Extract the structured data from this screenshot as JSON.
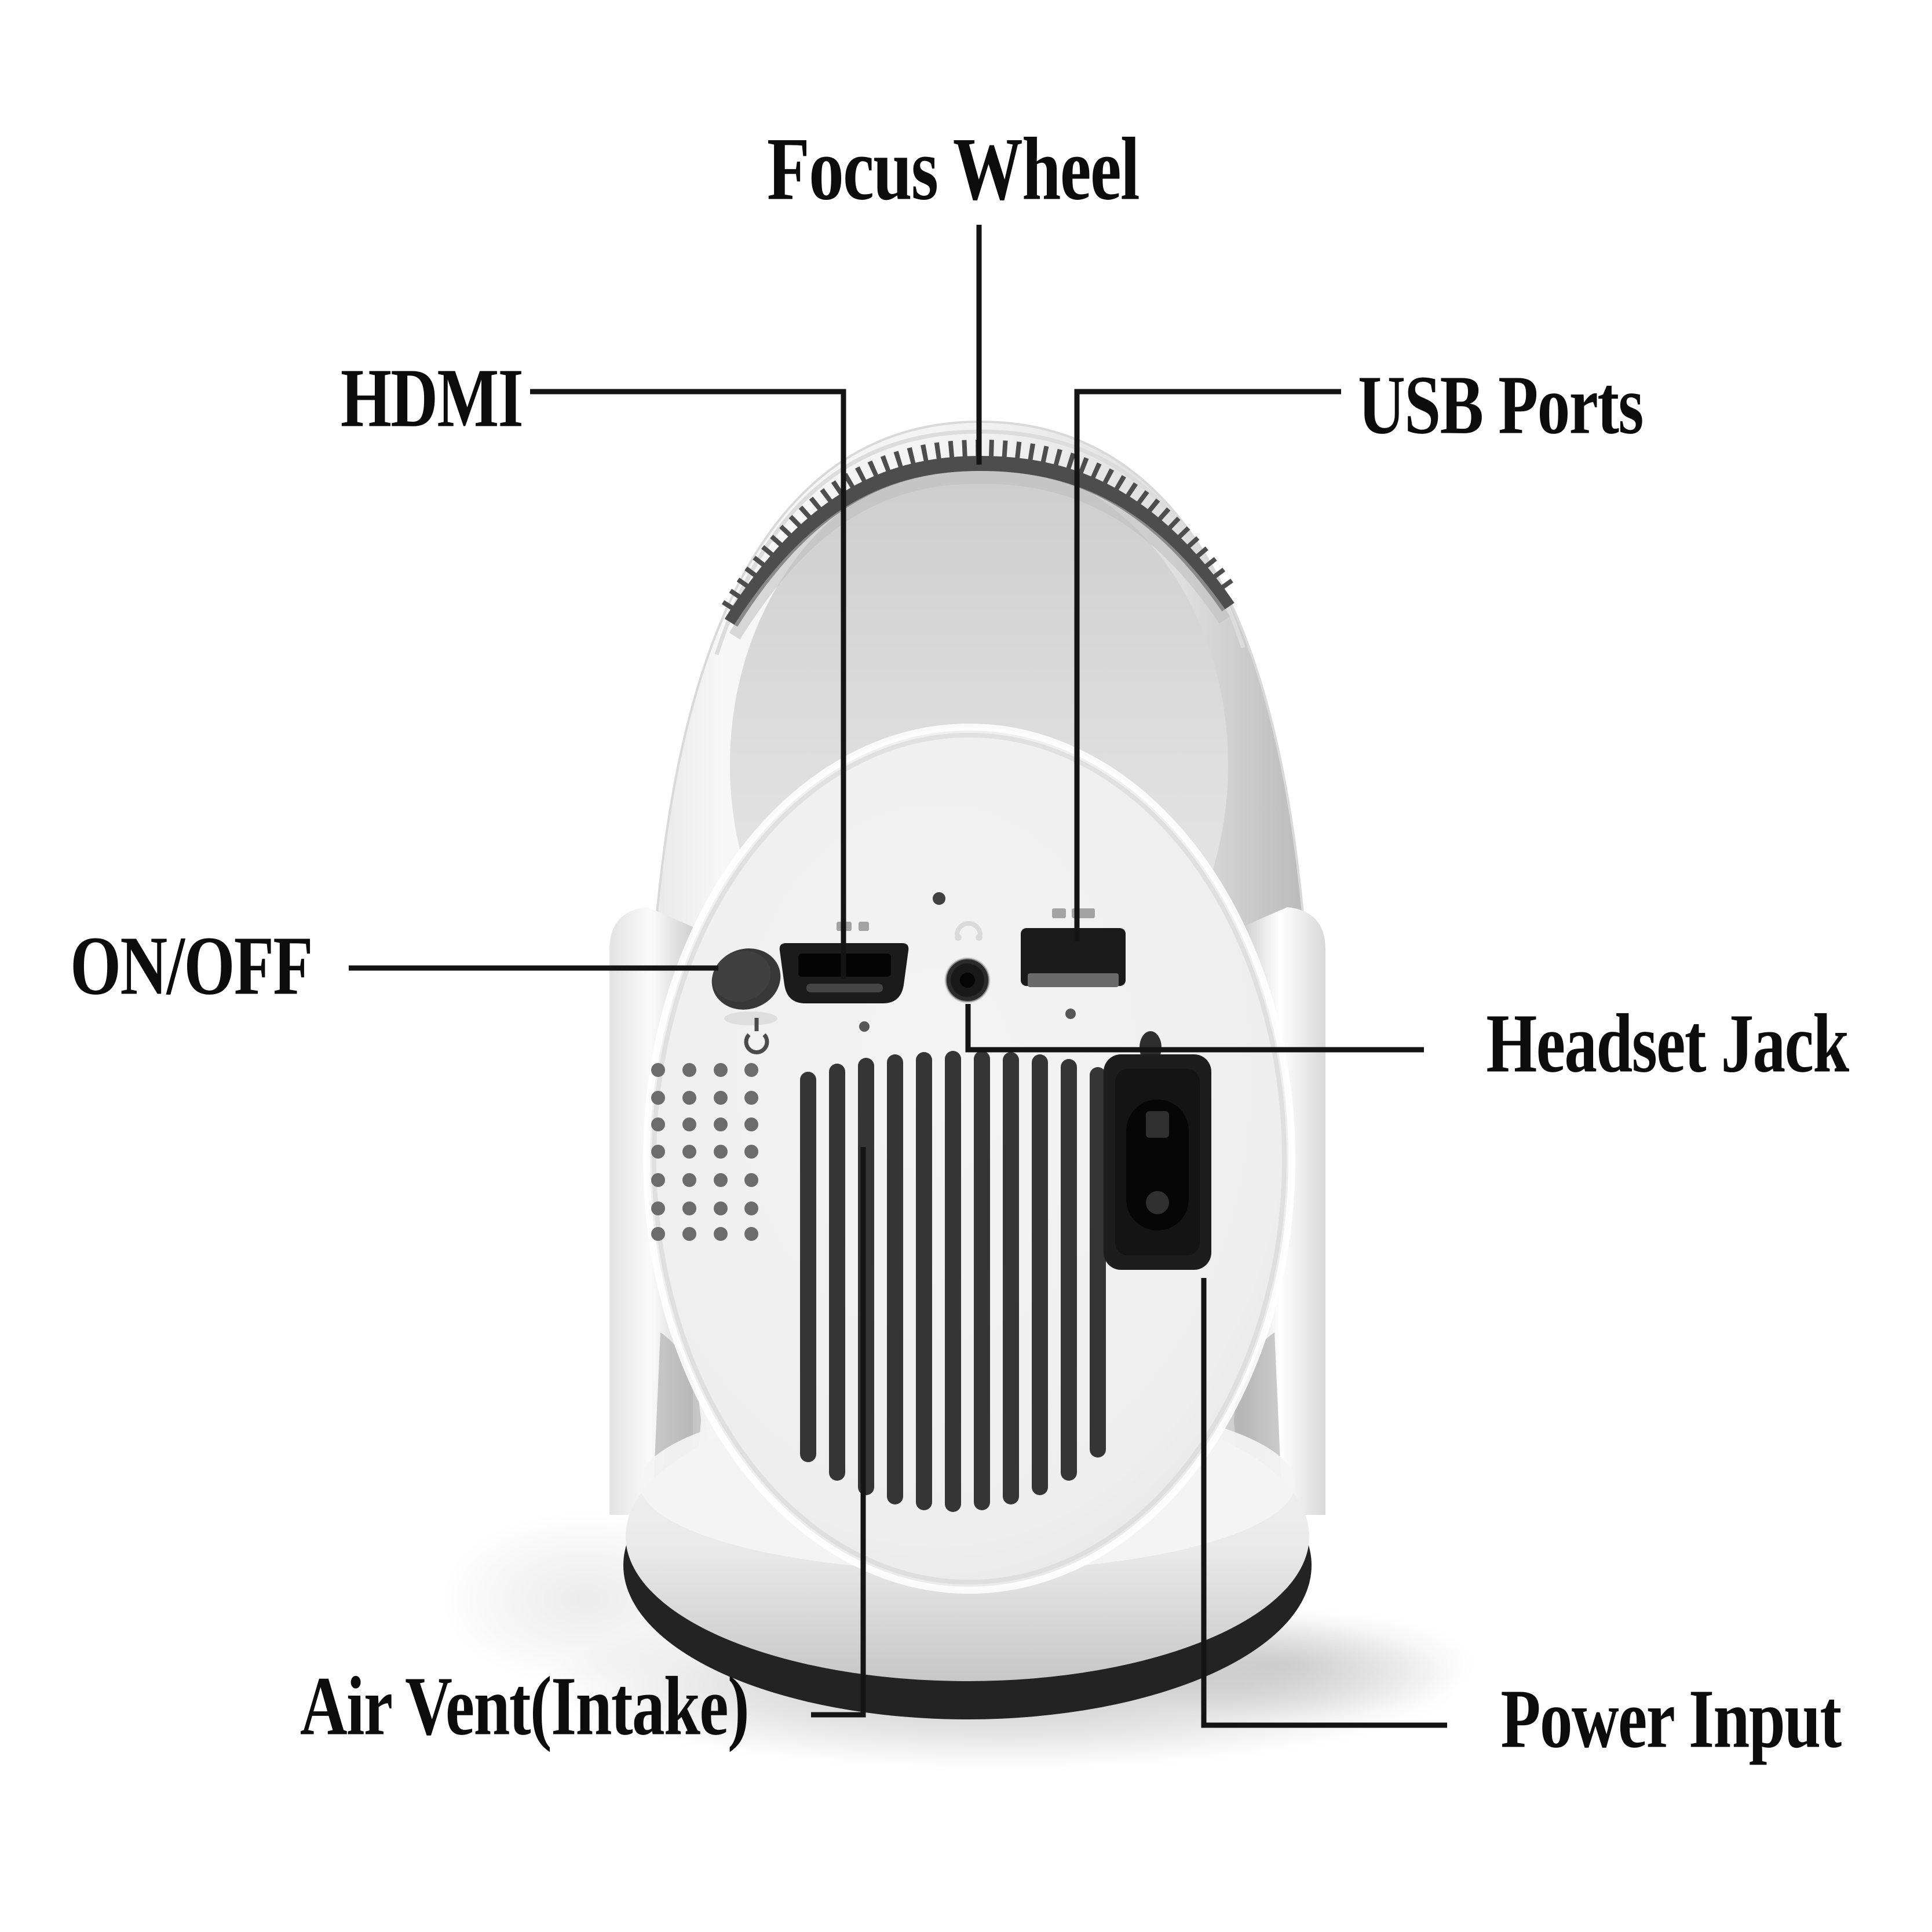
{
  "diagram": {
    "type": "product-callout-diagram",
    "subject": "portable projector rear view",
    "background_color": "#ffffff",
    "leader_line_color": "#141414",
    "label_text_color": "#0c0c0c",
    "labels": {
      "focus_wheel": "Focus Wheel",
      "hdmi": "HDMI",
      "usb_ports": "USB Ports",
      "on_off": "ON/OFF",
      "headset_jack": "Headset Jack",
      "air_vent": "Air Vent(Intake)",
      "power_input": "Power Input"
    },
    "device_colors": {
      "body_highlight": "#f7f7f7",
      "body_shade": "#b7b7b7",
      "face": "#efefef",
      "focus_wheel_teeth": "#4d4d4d",
      "port_black": "#1b1b1b",
      "vent_slat": "#353535",
      "speaker_dot": "#6c6c6c",
      "base_rim": "#232323"
    }
  }
}
